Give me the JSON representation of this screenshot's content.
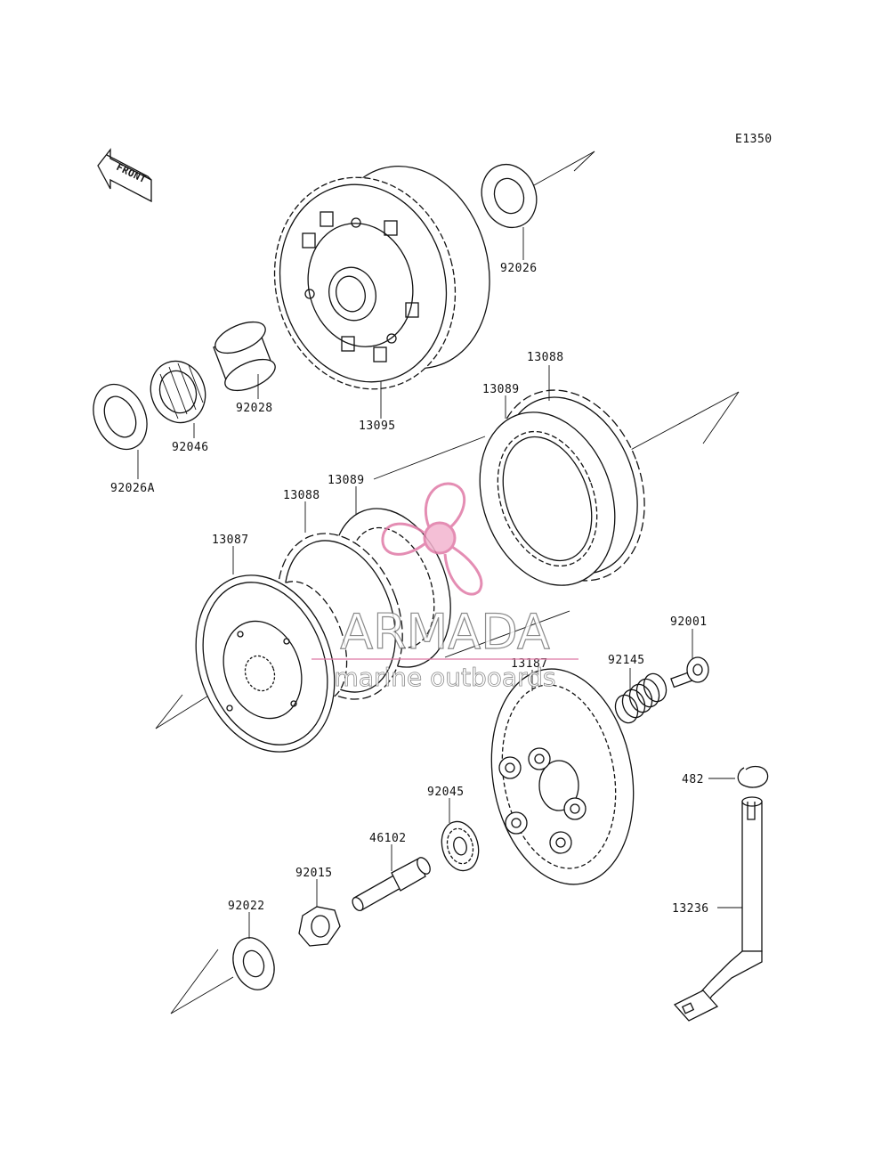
{
  "diagram_code": "E1350",
  "front_label": "FRONT",
  "parts": [
    {
      "id": "p92026",
      "number": "92026"
    },
    {
      "id": "p13095",
      "number": "13095"
    },
    {
      "id": "p92028",
      "number": "92028"
    },
    {
      "id": "p92046",
      "number": "92046"
    },
    {
      "id": "p92026A",
      "number": "92026A"
    },
    {
      "id": "p13088a",
      "number": "13088"
    },
    {
      "id": "p13089a",
      "number": "13089"
    },
    {
      "id": "p13089b",
      "number": "13089"
    },
    {
      "id": "p13088b",
      "number": "13088"
    },
    {
      "id": "p13087",
      "number": "13087"
    },
    {
      "id": "p92001",
      "number": "92001"
    },
    {
      "id": "p92145",
      "number": "92145"
    },
    {
      "id": "p13187",
      "number": "13187"
    },
    {
      "id": "p482",
      "number": "482"
    },
    {
      "id": "p92045",
      "number": "92045"
    },
    {
      "id": "p46102",
      "number": "46102"
    },
    {
      "id": "p92015",
      "number": "92015"
    },
    {
      "id": "p92022",
      "number": "92022"
    },
    {
      "id": "p13236",
      "number": "13236"
    }
  ],
  "watermark": {
    "brand": "ARMADA",
    "tagline": "marine outboards",
    "color": "#e07aa6"
  }
}
